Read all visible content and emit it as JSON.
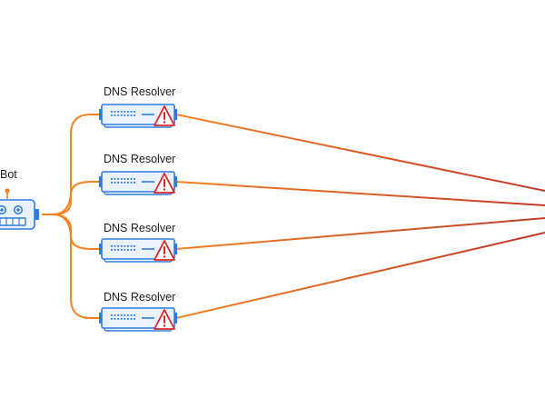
{
  "bot": {
    "label": "Bot",
    "icon": "robot-icon"
  },
  "resolvers": [
    {
      "label": "DNS Resolver",
      "icon": "server-icon",
      "status_icon": "warning-triangle-icon"
    },
    {
      "label": "DNS Resolver",
      "icon": "server-icon",
      "status_icon": "warning-triangle-icon"
    },
    {
      "label": "DNS Resolver",
      "icon": "server-icon",
      "status_icon": "warning-triangle-icon"
    },
    {
      "label": "DNS Resolver",
      "icon": "server-icon",
      "status_icon": "warning-triangle-icon"
    }
  ],
  "colors": {
    "connector_start": "#f6821f",
    "connector_end": "#c0392b",
    "device_blue": "#2f7bdc",
    "device_fill": "#eaf3fd",
    "warning_red": "#e02424",
    "text": "#1c1c1c"
  }
}
